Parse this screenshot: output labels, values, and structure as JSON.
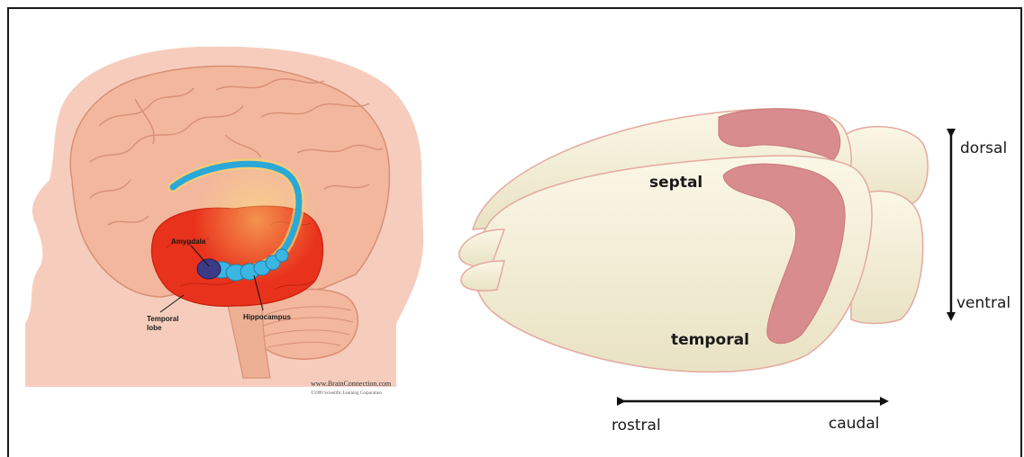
{
  "left_panel": {
    "labels": {
      "amygdala": "Amygdala",
      "temporal_lobe_line1": "Temporal",
      "temporal_lobe_line2": "lobe",
      "hippocampus": "Hippocampus"
    },
    "credit": {
      "site": "www.BrainConnection.com",
      "copyright": "©1999 Scientific Learning Corporation"
    },
    "colors": {
      "skin": "#f6cdbd",
      "brain": "#f2b79d",
      "temporal_lobe": "#e8321c",
      "hippocampus": "#2aa8d8"
    }
  },
  "right_panel": {
    "labels": {
      "septal": "septal",
      "temporal": "temporal",
      "dorsal": "dorsal",
      "ventral": "ventral",
      "rostral": "rostral",
      "caudal": "caudal"
    },
    "colors": {
      "brain_fill": "#f5f0d9",
      "brain_outline": "#e4a9a0",
      "hippocampus_fill": "#d98c8d"
    }
  }
}
